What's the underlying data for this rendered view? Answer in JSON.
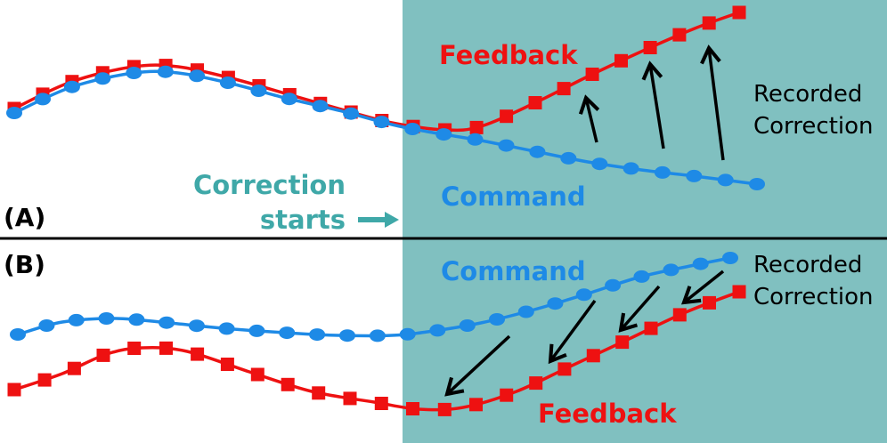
{
  "colors": {
    "background": "#ffffff",
    "correction_region": "#80c0c0",
    "command": "#1e8ae6",
    "feedback": "#ee1111",
    "correction_text": "#3fa8a8",
    "arrow": "#000000",
    "divider": "#000000"
  },
  "panel_a": {
    "label": "(A)",
    "feedback_label": "Feedback",
    "command_label": "Command",
    "recorded_line1": "Recorded",
    "recorded_line2": "Correction",
    "correction_line1": "Correction",
    "correction_line2": "starts"
  },
  "panel_b": {
    "label": "(B)",
    "feedback_label": "Feedback",
    "command_label": "Command",
    "recorded_line1": "Recorded",
    "recorded_line2": "Correction"
  }
}
